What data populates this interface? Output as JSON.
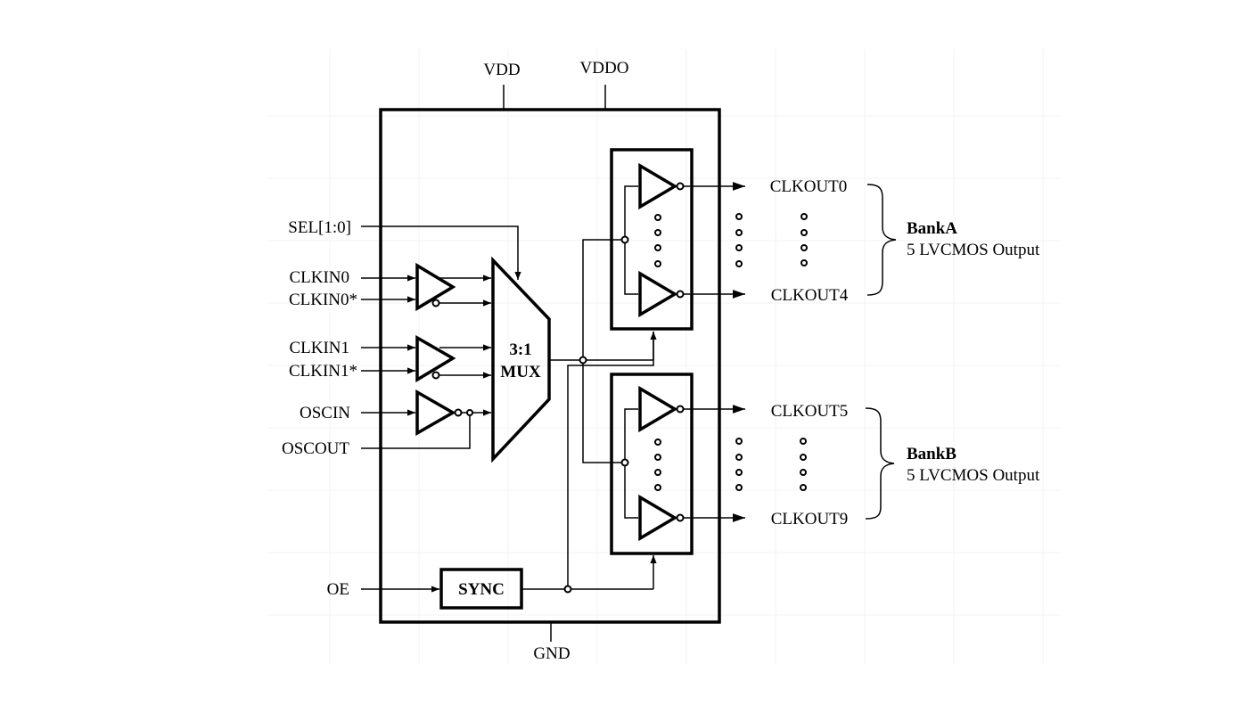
{
  "power": {
    "vdd": "VDD",
    "vddo": "VDDO",
    "gnd": "GND"
  },
  "inputs": {
    "sel": "SEL[1:0]",
    "clkin0": "CLKIN0",
    "clkin0_n": "CLKIN0*",
    "clkin1": "CLKIN1",
    "clkin1_n": "CLKIN1*",
    "oscin": "OSCIN",
    "oscout": "OSCOUT",
    "oe": "OE"
  },
  "blocks": {
    "mux_line1": "3:1",
    "mux_line2": "MUX",
    "sync": "SYNC"
  },
  "outputs": {
    "clkout0": "CLKOUT0",
    "clkout4": "CLKOUT4",
    "clkout5": "CLKOUT5",
    "clkout9": "CLKOUT9"
  },
  "banks": {
    "a_name": "BankA",
    "a_desc": "5 LVCMOS Output",
    "b_name": "BankB",
    "b_desc": "5 LVCMOS Output"
  }
}
